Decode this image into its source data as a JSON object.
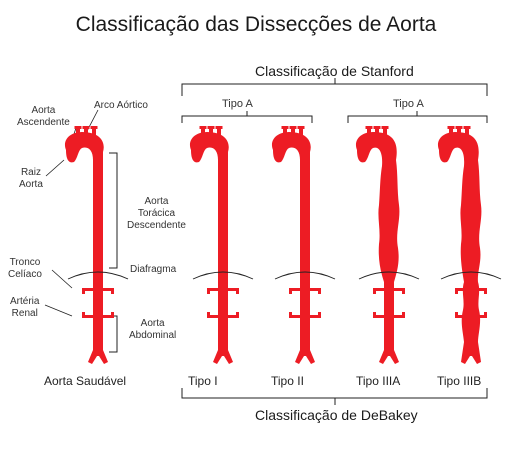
{
  "title": "Classificação das Dissecções de Aorta",
  "stanford": {
    "label": "Classificação de Stanford",
    "type_a_label": "Tipo A",
    "type_b_label": "Tipo A"
  },
  "debakey": {
    "label": "Classificação de DeBakey"
  },
  "anatomy": {
    "ascending": "Aorta\nAscendente",
    "arch": "Arco Aórtico",
    "root": "Raiz\nAorta",
    "thoracic": "Aorta\nTorácica\nDescendente",
    "diaphragm": "Diafragma",
    "celiac": "Tronco\nCelíaco",
    "renal": "Artéria\nRenal",
    "abdominal": "Aorta\nAbdominal"
  },
  "captions": {
    "healthy": "Aorta Saudável",
    "type1": "Tipo I",
    "type2": "Tipo II",
    "type3a": "Tipo IIIA",
    "type3b": "Tipo IIIB"
  },
  "colors": {
    "aorta": "#ed1c24",
    "line": "#222222"
  }
}
